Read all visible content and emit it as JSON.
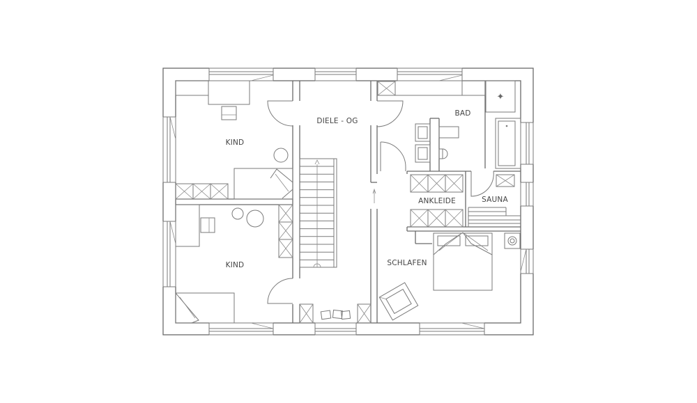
{
  "rooms": {
    "kind_top": "KIND",
    "kind_bottom": "KIND",
    "diele": "DIELE - OG",
    "bad": "BAD",
    "ankleide": "ANKLEIDE",
    "sauna": "SAUNA",
    "schlafen": "SCHLAFEN"
  },
  "symbols": {
    "shower": "✦",
    "stair_arrow": "▲"
  }
}
